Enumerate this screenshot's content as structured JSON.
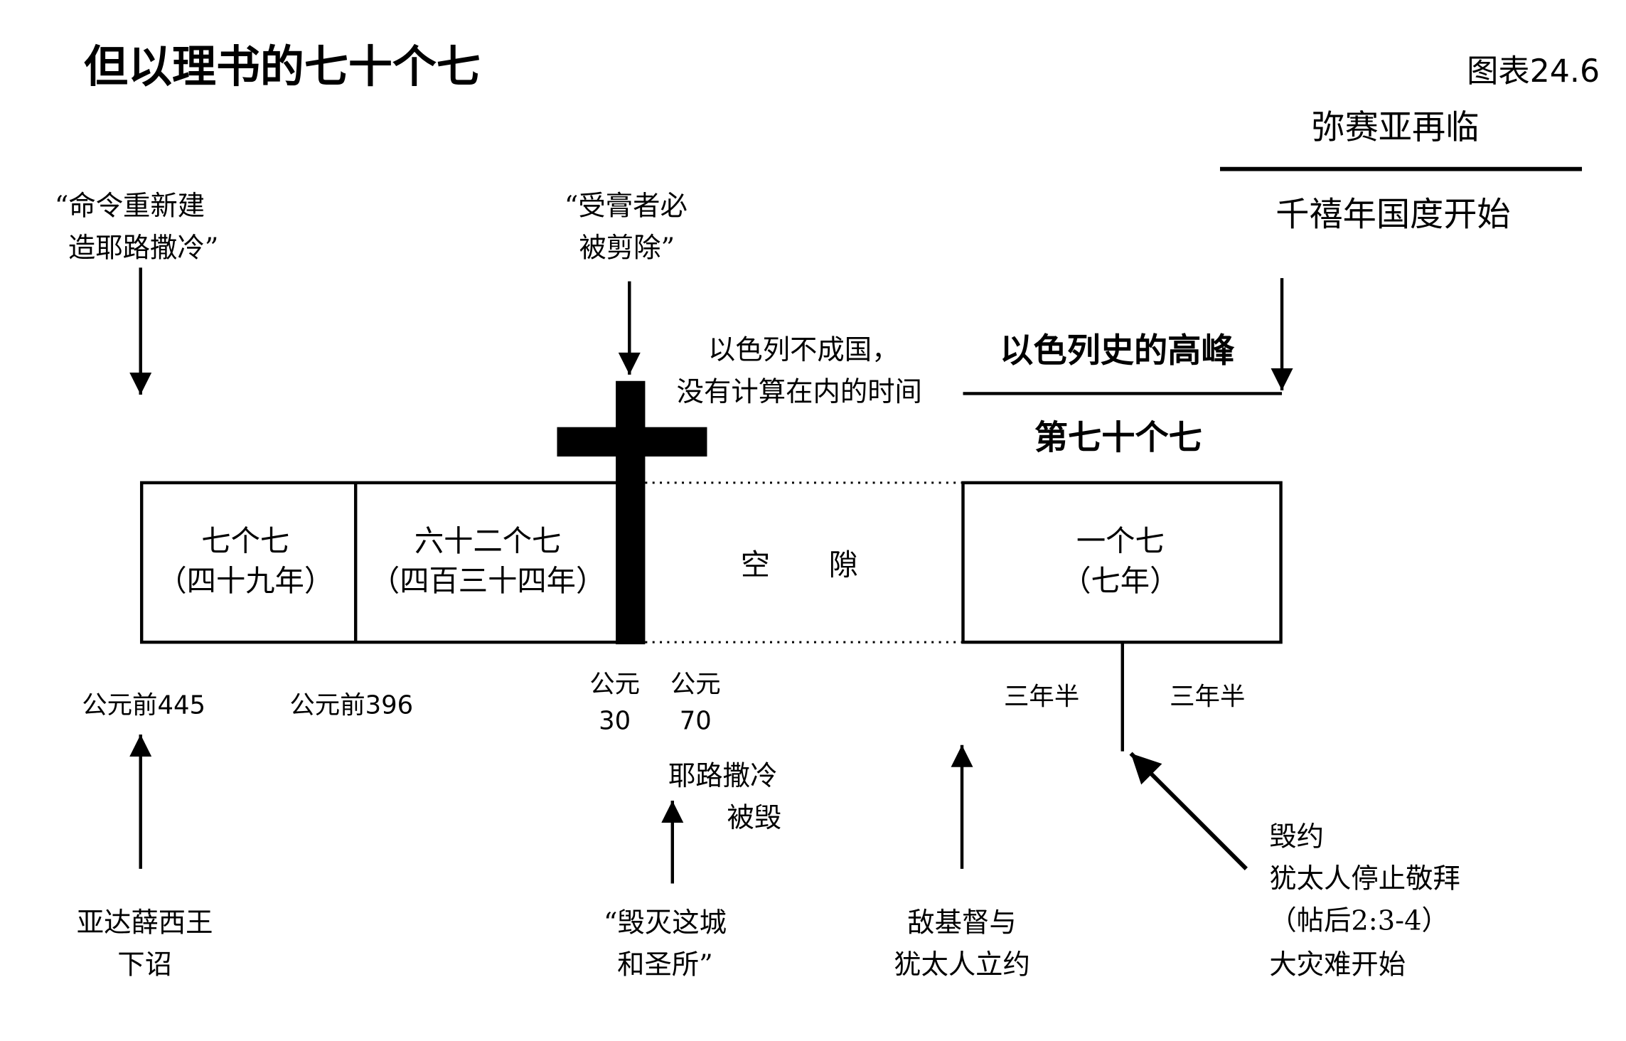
{
  "title": "但以理书的七十个七",
  "figure_label": "图表24.6",
  "top_right": {
    "second_coming": "弥赛亚再临",
    "millennium": "千禧年国度开始"
  },
  "climax": {
    "label": "以色列史的高峰",
    "seventieth": "第七十个七"
  },
  "quotes": {
    "decree": [
      "“命令重新建",
      "造耶路撒冷”"
    ],
    "anointed": [
      "“受膏者必",
      "被剪除”"
    ],
    "destroy": [
      "“毁灭这城",
      "和圣所”"
    ]
  },
  "gap_note": [
    "以色列不成国，",
    "没有计算在内的时间"
  ],
  "segments": {
    "seven": [
      "七个七",
      "（四十九年）"
    ],
    "sixtytwo": [
      "六十二个七",
      "（四百三十四年）"
    ],
    "gap": "空　　隙",
    "one": [
      "一个七",
      "（七年）"
    ]
  },
  "dates": {
    "bc445": "公元前445",
    "bc396": "公元前396",
    "ad30": [
      "公元",
      "30"
    ],
    "ad70": [
      "公元",
      "70"
    ]
  },
  "halves": [
    "三年半",
    "三年半"
  ],
  "events": {
    "jerusalem": [
      "耶路撒冷",
      "被毁"
    ],
    "artaxerxes": [
      "亚达薛西王",
      "下诏"
    ],
    "antichrist": [
      "敌基督与",
      "犹太人立约"
    ],
    "break": [
      "毁约",
      "犹太人停止敬拜",
      "（帖后2:3-4）",
      "大灾难开始"
    ]
  }
}
